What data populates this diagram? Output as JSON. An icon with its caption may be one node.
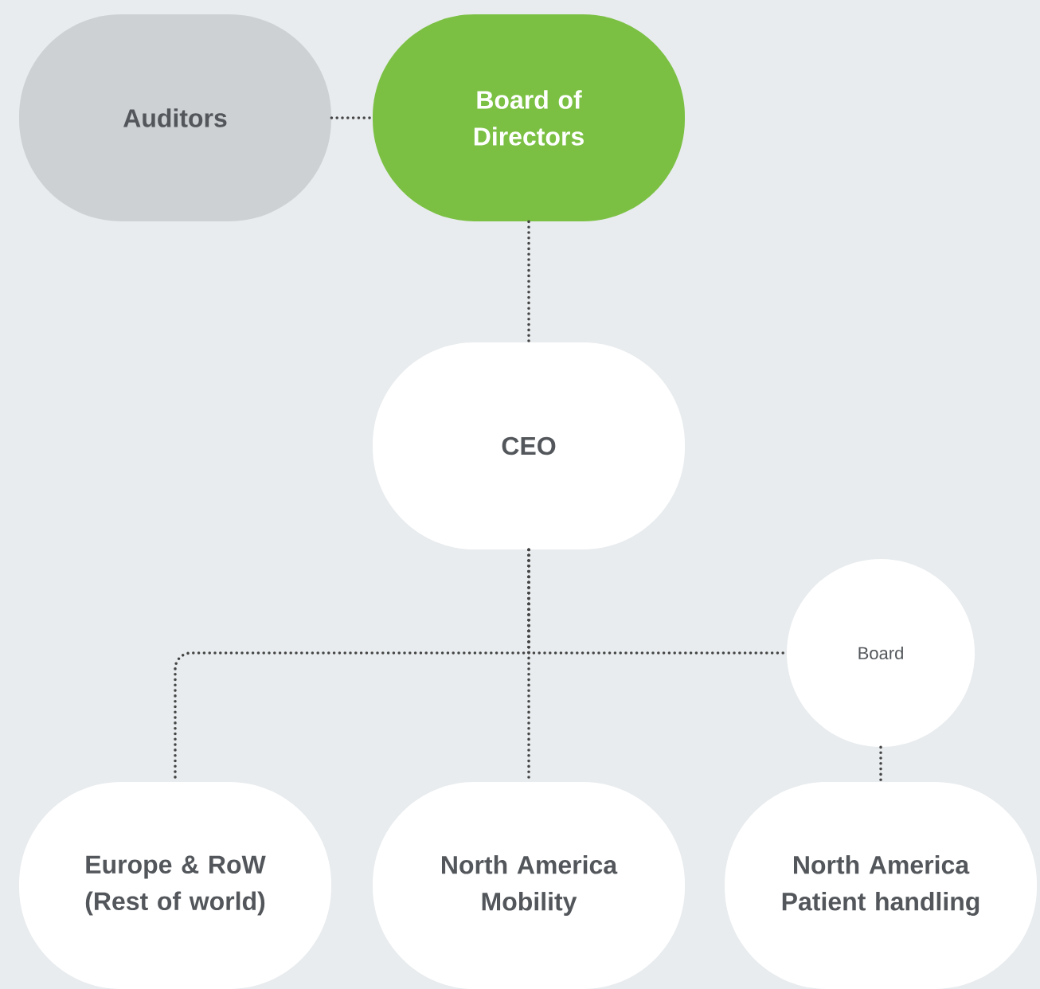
{
  "diagram": {
    "nodes": [
      {
        "text": [
          "Auditors"
        ]
      },
      {
        "text": [
          "Board of Directors"
        ]
      },
      {
        "text": [
          "CEO"
        ]
      },
      {
        "text": [
          "Board"
        ]
      },
      {
        "text": [
          "Europe & RoW (Rest of world)"
        ]
      },
      {
        "text": [
          "North America Mobility"
        ]
      },
      {
        "text": [
          "North America Patient handling"
        ]
      }
    ],
    "edges": [
      {
        "from": 0,
        "to": 1,
        "arrow": "none"
      },
      {
        "from": 1,
        "to": 2,
        "arrow": "none"
      },
      {
        "from": 2,
        "to": 4,
        "arrow": "none"
      },
      {
        "from": 2,
        "to": 5,
        "arrow": "none"
      },
      {
        "from": 2,
        "to": 3,
        "arrow": "none"
      },
      {
        "from": 3,
        "to": 6,
        "arrow": "none"
      }
    ]
  }
}
